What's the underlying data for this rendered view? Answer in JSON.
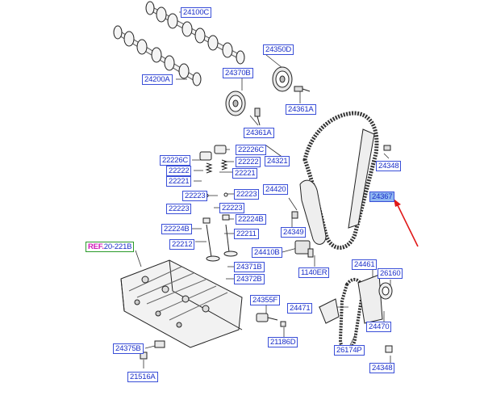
{
  "labels": {
    "l24100C": "24100C",
    "l24350D": "24350D",
    "l24370B": "24370B",
    "l24200A": "24200A",
    "l24361A_top": "24361A",
    "l24361A_mid": "24361A",
    "l22226C_a": "22226C",
    "l22226C_b": "22226C",
    "l24321": "24321",
    "l24348_top": "24348",
    "l22222_a": "22222",
    "l22222_b": "22222",
    "l22221_a": "22221",
    "l22221_b": "22221",
    "l24420": "24420",
    "l24367": "24367",
    "l22223_a": "22223",
    "l22223_b": "22223",
    "l22223_c": "22223",
    "l22223_d": "22223",
    "l22224B_a": "22224B",
    "l22224B_b": "22224B",
    "l22211": "22211",
    "l24349": "24349",
    "l22212": "22212",
    "l24410B": "24410B",
    "l24461": "24461",
    "l26160": "26160",
    "l1140ER": "1140ER",
    "l24371B": "24371B",
    "l24372B": "24372B",
    "l24355F": "24355F",
    "l24471": "24471",
    "l24470": "24470",
    "l21186D": "21186D",
    "l26174P": "26174P",
    "l24375B": "24375B",
    "l24348_bot": "24348",
    "l21516A": "21516A"
  },
  "ref_label": {
    "head": "REF.",
    "tail": "20-221B"
  },
  "colors": {
    "label_text": "#1a2ec8",
    "label_border": "#3a4fd8",
    "highlight_fill": "#8fb6f0",
    "ref_text": "#d018b8",
    "ref_border": "#2a9a2a",
    "arrow": "#e01818"
  }
}
